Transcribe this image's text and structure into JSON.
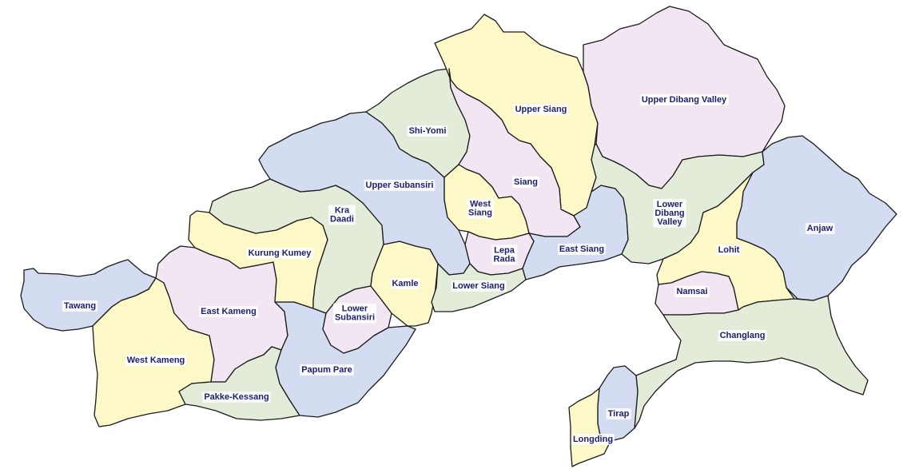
{
  "colors": {
    "blue": "#d3dcf0",
    "green": "#e3ecd8",
    "yellow": "#fcf8c8",
    "pink": "#f1e6f1",
    "outline": "#1a1a1a",
    "label_text": "#1b1f6e"
  },
  "districts": [
    {
      "id": "tawang",
      "label": "Tawang",
      "color": "blue"
    },
    {
      "id": "west-kameng",
      "label": "West Kameng",
      "color": "yellow"
    },
    {
      "id": "east-kameng",
      "label": "East Kameng",
      "color": "pink"
    },
    {
      "id": "pakke-kessang",
      "label": "Pakke-Kessang",
      "color": "green"
    },
    {
      "id": "papum-pare",
      "label": "Papum Pare",
      "color": "blue"
    },
    {
      "id": "kurung-kumey",
      "label": "Kurung Kumey",
      "color": "yellow"
    },
    {
      "id": "kra-daadi",
      "label": "Kra Daadi",
      "color": "green"
    },
    {
      "id": "lower-subansiri",
      "label": "Lower Subansiri",
      "color": "pink"
    },
    {
      "id": "kamle",
      "label": "Kamle",
      "color": "yellow"
    },
    {
      "id": "upper-subansiri",
      "label": "Upper Subansiri",
      "color": "blue"
    },
    {
      "id": "shi-yomi",
      "label": "Shi-Yomi",
      "color": "green"
    },
    {
      "id": "upper-siang",
      "label": "Upper Siang",
      "color": "yellow"
    },
    {
      "id": "siang",
      "label": "Siang",
      "color": "pink"
    },
    {
      "id": "west-siang",
      "label": "West Siang",
      "color": "yellow"
    },
    {
      "id": "lepa-rada",
      "label": "Lepa Rada",
      "color": "pink"
    },
    {
      "id": "lower-siang",
      "label": "Lower Siang",
      "color": "green"
    },
    {
      "id": "east-siang",
      "label": "East Siang",
      "color": "blue"
    },
    {
      "id": "upper-dibang-valley",
      "label": "Upper Dibang Valley",
      "color": "pink"
    },
    {
      "id": "lower-dibang-valley",
      "label": "Lower Dibang Valley",
      "color": "green"
    },
    {
      "id": "anjaw",
      "label": "Anjaw",
      "color": "blue"
    },
    {
      "id": "lohit",
      "label": "Lohit",
      "color": "yellow"
    },
    {
      "id": "namsai",
      "label": "Namsai",
      "color": "pink"
    },
    {
      "id": "changlang",
      "label": "Changlang",
      "color": "green"
    },
    {
      "id": "tirap",
      "label": "Tirap",
      "color": "blue"
    },
    {
      "id": "longding",
      "label": "Longding",
      "color": "yellow"
    }
  ]
}
